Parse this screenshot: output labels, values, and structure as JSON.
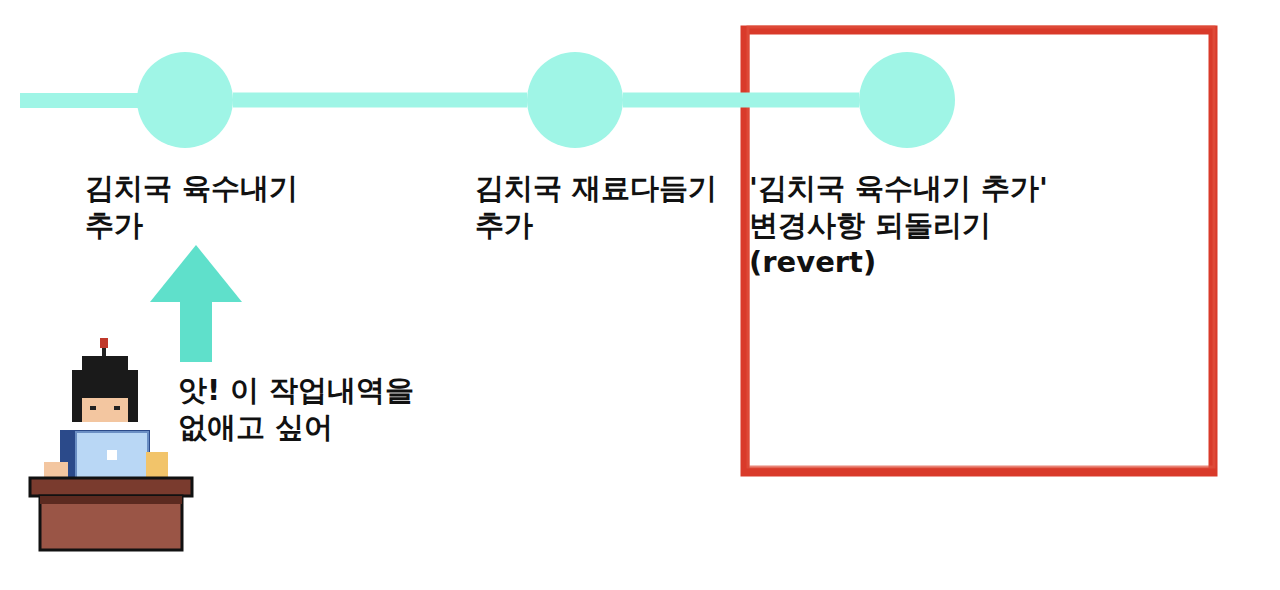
{
  "diagram": {
    "nodes": [
      {
        "text": [
          "김치국 육수내기 추가"
        ]
      },
      {
        "text": [
          "김치국 재료다듬기 추가"
        ]
      },
      {
        "text": [
          "'김치국 육수내기 추가' 변경사항 되돌리기 (revert)"
        ]
      }
    ],
    "edges": [
      {
        "from": 0,
        "to": 1,
        "arrow": "none"
      },
      {
        "from": 1,
        "to": 2,
        "arrow": "none"
      }
    ],
    "labels": [
      "앗! 이 작업내역을 없애고 싶어"
    ]
  }
}
